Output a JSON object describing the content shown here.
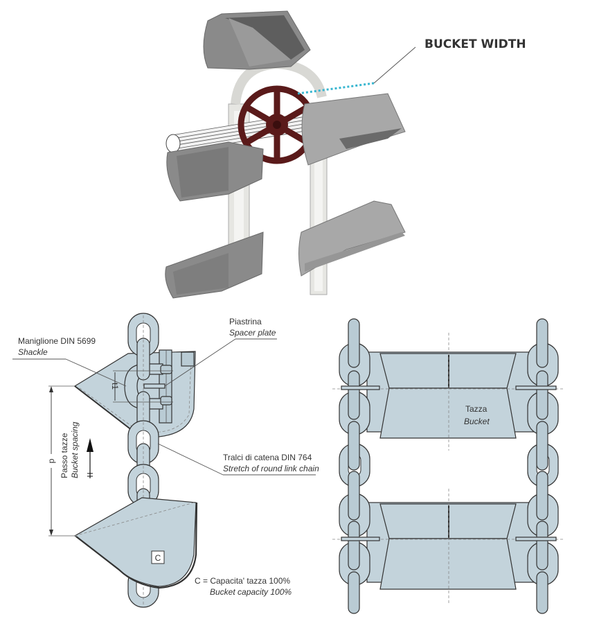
{
  "render_3d": {
    "label": "BUCKET WIDTH",
    "colors": {
      "sprocket": "#5a1a1a",
      "dimension_line": "#38b6d0",
      "bucket": "#8a8a8a"
    }
  },
  "side_view": {
    "labels": {
      "shackle_it": "Maniglione DIN 5699",
      "shackle_en": "Shackle",
      "spacer_it": "Piastrina",
      "spacer_en": "Spacer plate",
      "chain_it": "Tralci di catena DIN 764",
      "chain_en": "Stretch of round link chain",
      "spacing_it": "Passo tazze",
      "spacing_en": "Bucket spacing",
      "pitch_symbol": "p",
      "t1_symbol": "t1",
      "capacity_marker": "C",
      "capacity_it": "C = Capacita' tazza 100%",
      "capacity_en": "Bucket capacity 100%"
    }
  },
  "front_view": {
    "labels": {
      "bucket_it": "Tazza",
      "bucket_en": "Bucket"
    }
  },
  "colors": {
    "steel_fill": "#c3d3db",
    "outline": "#333333"
  }
}
